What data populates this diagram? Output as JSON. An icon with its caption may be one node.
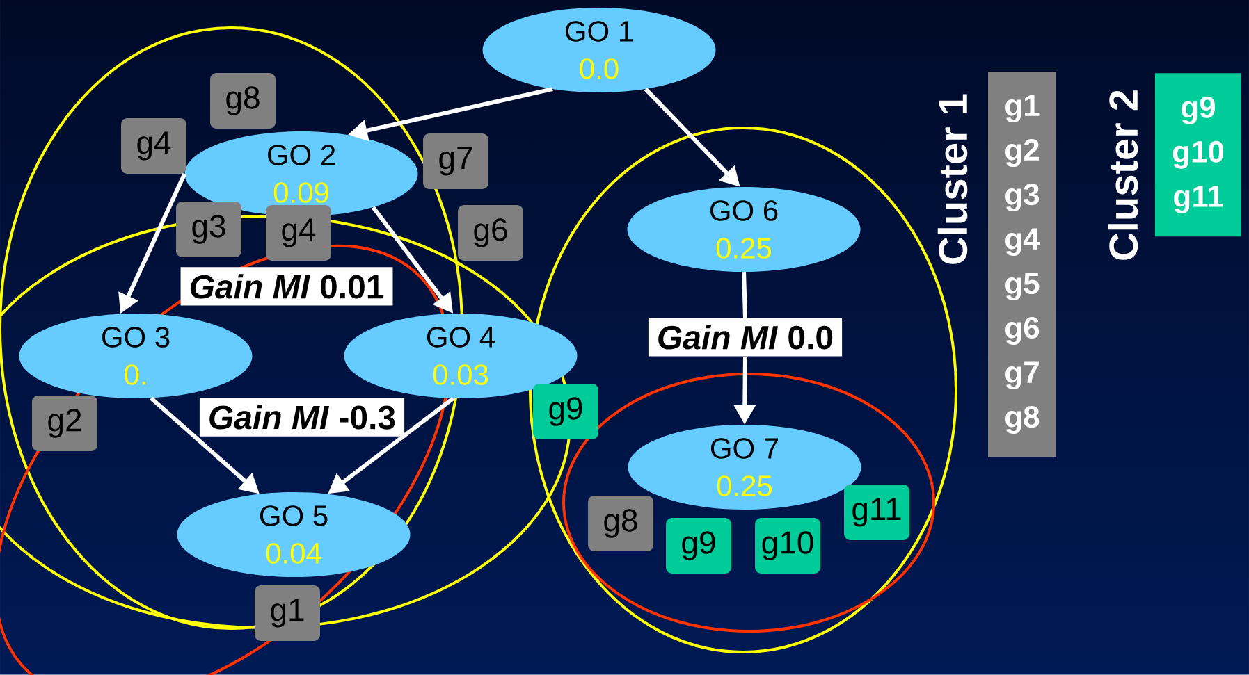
{
  "diagram": {
    "nodes": [
      {
        "text": [
          "GO 1",
          "0.0"
        ]
      },
      {
        "text": [
          "GO 2",
          "0.09"
        ]
      },
      {
        "text": [
          "GO 3",
          "0."
        ]
      },
      {
        "text": [
          "GO 4",
          "0.03"
        ]
      },
      {
        "text": [
          "GO 5",
          "0.04"
        ]
      },
      {
        "text": [
          "GO 6",
          "0.25"
        ]
      },
      {
        "text": [
          "GO 7",
          "0.25"
        ]
      },
      {
        "text": [
          "g8"
        ]
      },
      {
        "text": [
          "g4"
        ]
      },
      {
        "text": [
          "g7"
        ]
      },
      {
        "text": [
          "g3"
        ]
      },
      {
        "text": [
          "g4"
        ]
      },
      {
        "text": [
          "g6"
        ]
      },
      {
        "text": [
          "g2"
        ]
      },
      {
        "text": [
          "g1"
        ]
      },
      {
        "text": [
          "g9"
        ]
      },
      {
        "text": [
          "g8"
        ]
      },
      {
        "text": [
          "g9"
        ]
      },
      {
        "text": [
          "g10"
        ]
      },
      {
        "text": [
          "g11"
        ]
      },
      {
        "text": [
          "*Gain MI* 0.01"
        ]
      },
      {
        "text": [
          "*Gain MI* -0.3"
        ]
      },
      {
        "text": [
          "g1",
          "g2",
          "g3",
          "g4",
          "g5",
          "g6",
          "g7",
          "g8"
        ],
        "beside": [
          "Cluster 1"
        ]
      },
      {
        "text": [
          "g9",
          "g10",
          "g11"
        ],
        "beside": [
          "Cluster 2"
        ]
      },
      {
        "text": [
          "*Gain MI* 0.0"
        ]
      }
    ],
    "edges": [
      {
        "from": 0,
        "to": 1,
        "arrow": "to"
      },
      {
        "from": 0,
        "to": 5,
        "arrow": "to"
      },
      {
        "from": 1,
        "to": 2,
        "arrow": "to"
      },
      {
        "from": 1,
        "to": 3,
        "arrow": "to"
      },
      {
        "from": 2,
        "to": 4,
        "arrow": "to"
      },
      {
        "from": 3,
        "to": 4,
        "arrow": "to"
      },
      {
        "from": 5,
        "to": 24,
        "arrow": "none"
      },
      {
        "from": 24,
        "to": 6,
        "arrow": "to"
      }
    ]
  }
}
